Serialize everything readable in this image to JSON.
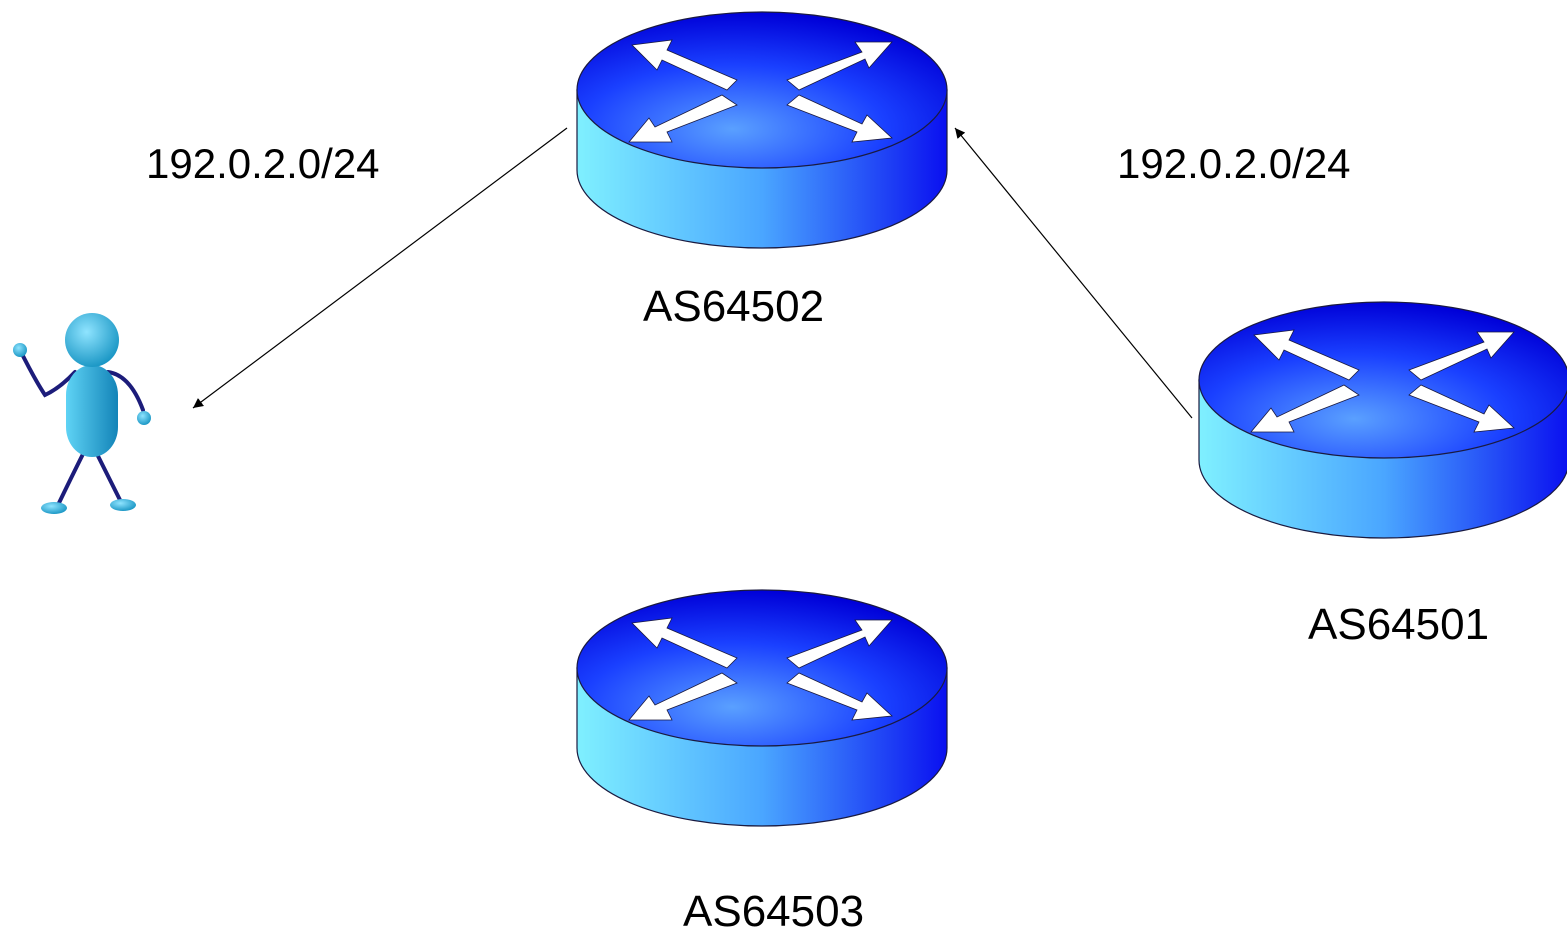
{
  "routers": [
    {
      "id": "as64502",
      "label": "AS64502"
    },
    {
      "id": "as64501",
      "label": "AS64501"
    },
    {
      "id": "as64503",
      "label": "AS64503"
    }
  ],
  "announcements": [
    {
      "from": "as64501",
      "to": "as64502",
      "prefix": "192.0.2.0/24"
    },
    {
      "from": "as64502",
      "to": "user",
      "prefix": "192.0.2.0/24"
    }
  ],
  "user": {
    "icon": "person-icon"
  },
  "colors": {
    "router_top_light": "#4a86ff",
    "router_top_dark": "#0000e0",
    "router_side_light": "#7ff0ff",
    "router_side_dark": "#1a2cf0",
    "person_body": "#2aa9d6",
    "person_limbs": "#1c1c7a",
    "line": "#000000"
  }
}
